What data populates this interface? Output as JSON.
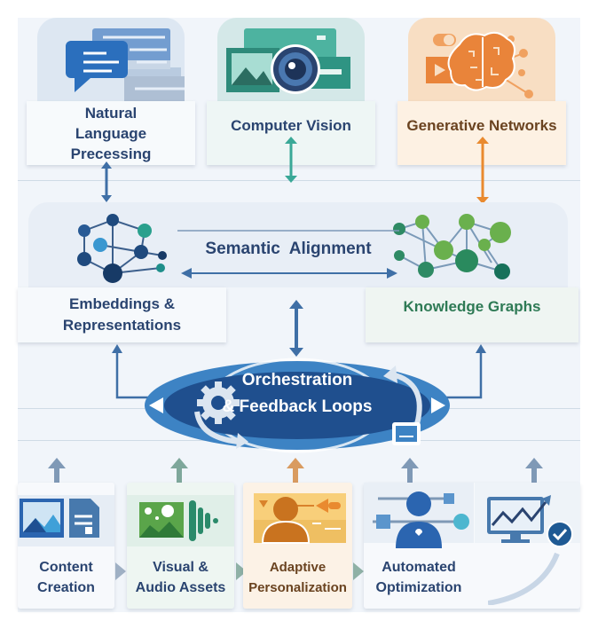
{
  "colors": {
    "navy_text": "#2a4470",
    "blue": "#2f6db3",
    "teal": "#3aa897",
    "orange": "#e98a2f",
    "green": "#5aa54a",
    "brown_text": "#6a4320",
    "green_text": "#2e7a55"
  },
  "top": {
    "nlp": {
      "label": "Natural Language Precessing",
      "icon": "chat-bubbles-icon"
    },
    "cv": {
      "label": "Computer Vision",
      "icon": "camera-icon"
    },
    "gen": {
      "label": "Generative Networks",
      "icon": "brain-icon"
    }
  },
  "middle": {
    "alignment_label": "Semantic  Alignment",
    "embeddings": {
      "label": "Embeddings & Representations",
      "icon": "network-nodes-icon"
    },
    "knowledge": {
      "label": "Knowledge Graphs",
      "icon": "graph-nodes-icon"
    }
  },
  "core": {
    "line1": "Orchestration",
    "line2": "& Feedback Loops",
    "icons": [
      "gear-icon",
      "cycle-arrow-icon",
      "inbox-icon"
    ]
  },
  "bottom": [
    {
      "label": "Content Creation",
      "icon": "image-document-icon"
    },
    {
      "label": "Visual & Audio Assets",
      "icon": "image-audio-icon"
    },
    {
      "label": "Adaptive Personalization",
      "icon": "user-profile-icon"
    },
    {
      "label": "Automated Optimization",
      "icon": "sliders-user-icon"
    },
    {
      "label": "",
      "icon": "monitor-chart-check-icon"
    }
  ]
}
